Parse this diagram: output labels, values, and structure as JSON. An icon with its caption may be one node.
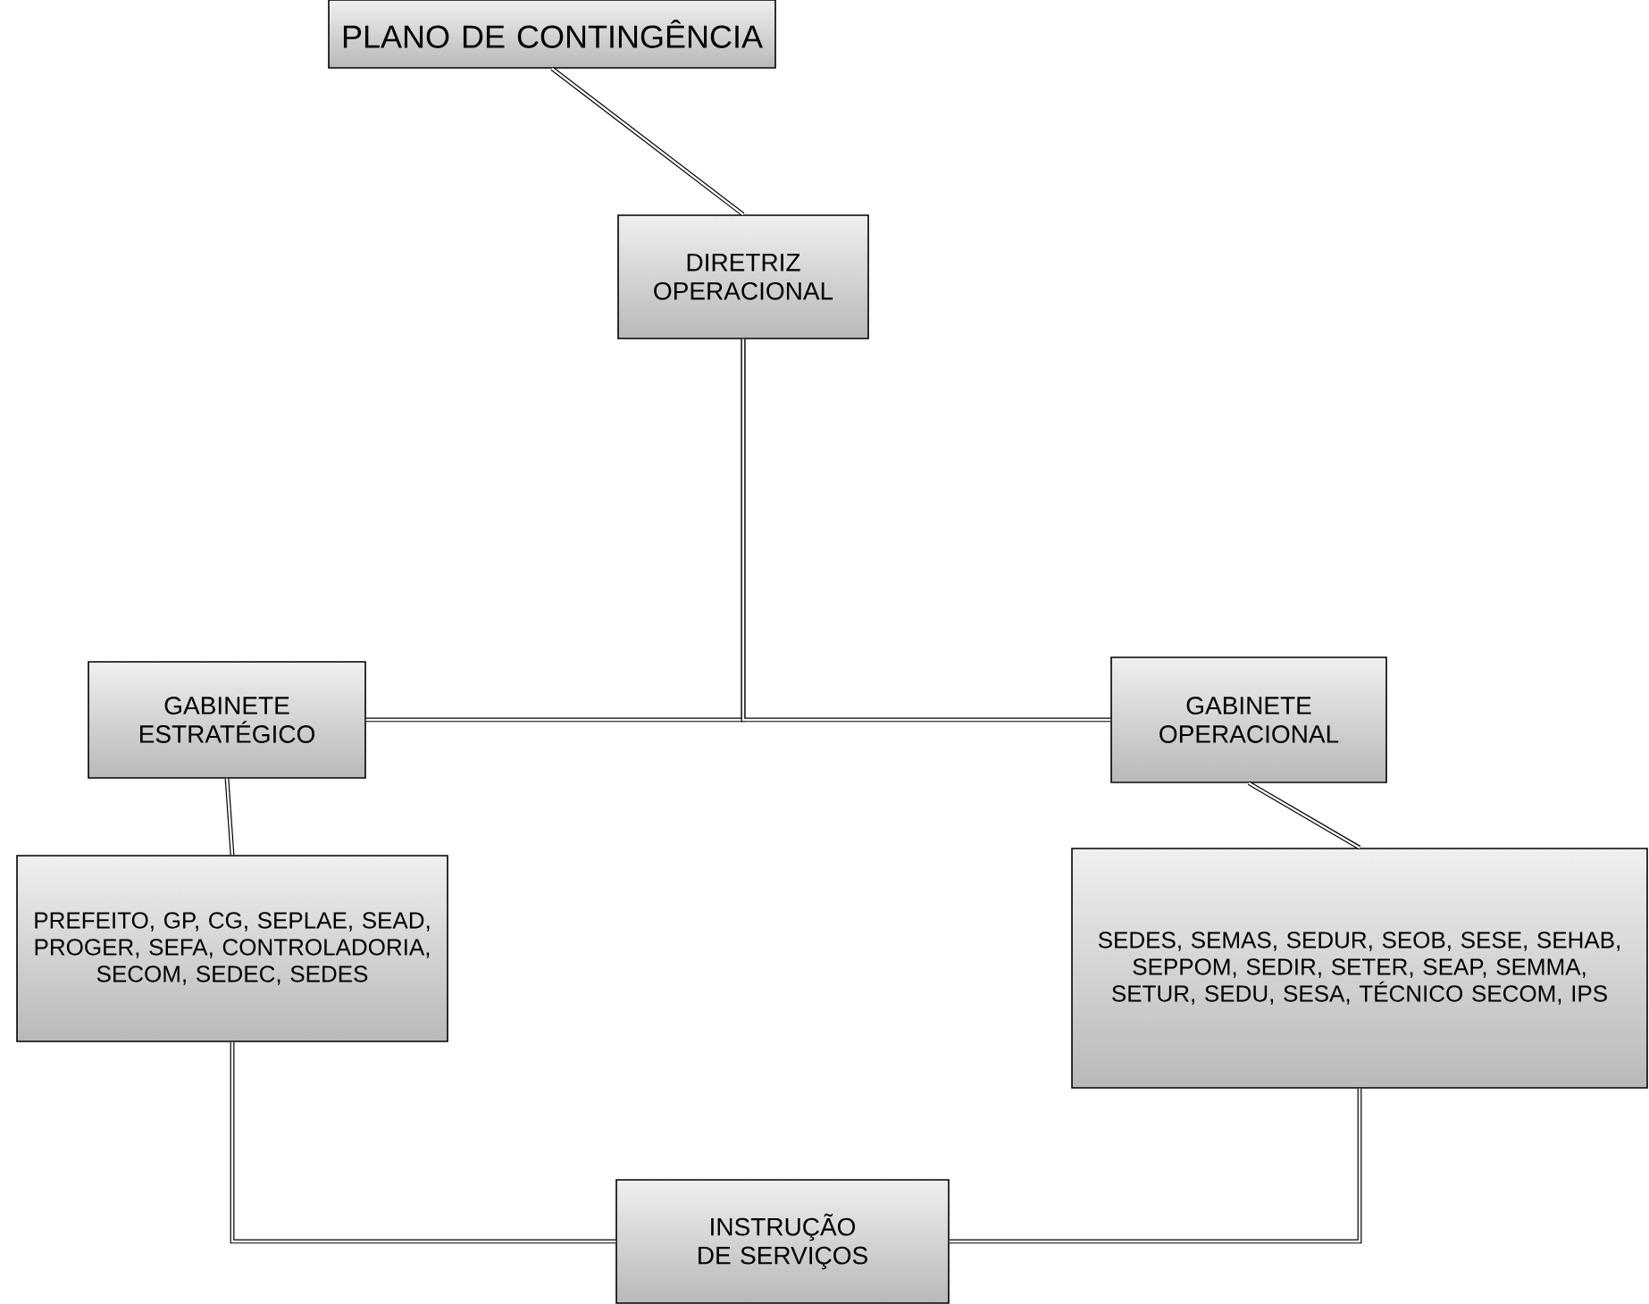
{
  "diagram": {
    "nodes": [
      {
        "text": [
          "PLANO DE CONTINGÊNCIA"
        ]
      },
      {
        "text": [
          "DIRETRIZ OPERACIONAL"
        ]
      },
      {
        "text": [
          "GABINETE ESTRATÉGICO"
        ]
      },
      {
        "text": [
          "GABINETE OPERACIONAL"
        ]
      },
      {
        "text": [
          "PREFEITO, GP, CG, SEPLAE, SEAD, PROGER, SEFA, CONTROLADORIA, SECOM, SEDEC, SEDES"
        ]
      },
      {
        "text": [
          "SEDES, SEMAS, SEDUR, SEOB, SESE, SEHAB, SEPPOM, SEDIR, SETER, SEAP, SEMMA, SETUR, SEDU, SESA, TÉCNICO SECOM, IPS"
        ]
      },
      {
        "text": [
          "INSTRUÇÃO DE SERVIÇOS"
        ]
      }
    ],
    "edges": [
      {
        "from": 0,
        "to": 1,
        "arrow": "none"
      },
      {
        "from": 1,
        "to": 2,
        "arrow": "none"
      },
      {
        "from": 1,
        "to": 3,
        "arrow": "none"
      },
      {
        "from": 2,
        "to": 4,
        "arrow": "none"
      },
      {
        "from": 3,
        "to": 5,
        "arrow": "none"
      },
      {
        "from": 4,
        "to": 6,
        "arrow": "none"
      },
      {
        "from": 5,
        "to": 6,
        "arrow": "none"
      }
    ]
  }
}
